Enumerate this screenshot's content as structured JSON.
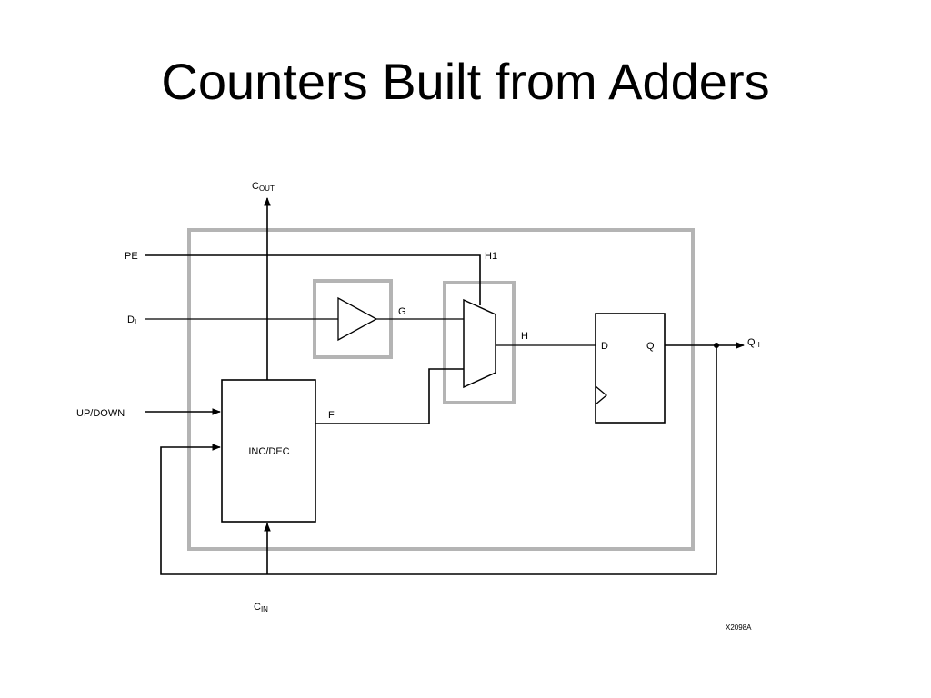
{
  "slide": {
    "title": "Counters Built from Adders"
  },
  "colors": {
    "wire": "#000000",
    "enclosure": "#b4b4b4",
    "background": "#ffffff"
  },
  "signals": {
    "cout_main": "C",
    "cout_sub": "OUT",
    "cin_main": "C",
    "cin_sub": "IN",
    "pe": "PE",
    "di_main": "D",
    "di_sub": "I",
    "updown": "UP/DOWN",
    "h1": "H1",
    "g": "G",
    "h": "H",
    "f": "F",
    "qi_main": "Q",
    "qi_sub": "I"
  },
  "blocks": {
    "incdec": "INC/DEC",
    "ff_d": "D",
    "ff_q": "Q"
  },
  "figure_id": "X2098A"
}
